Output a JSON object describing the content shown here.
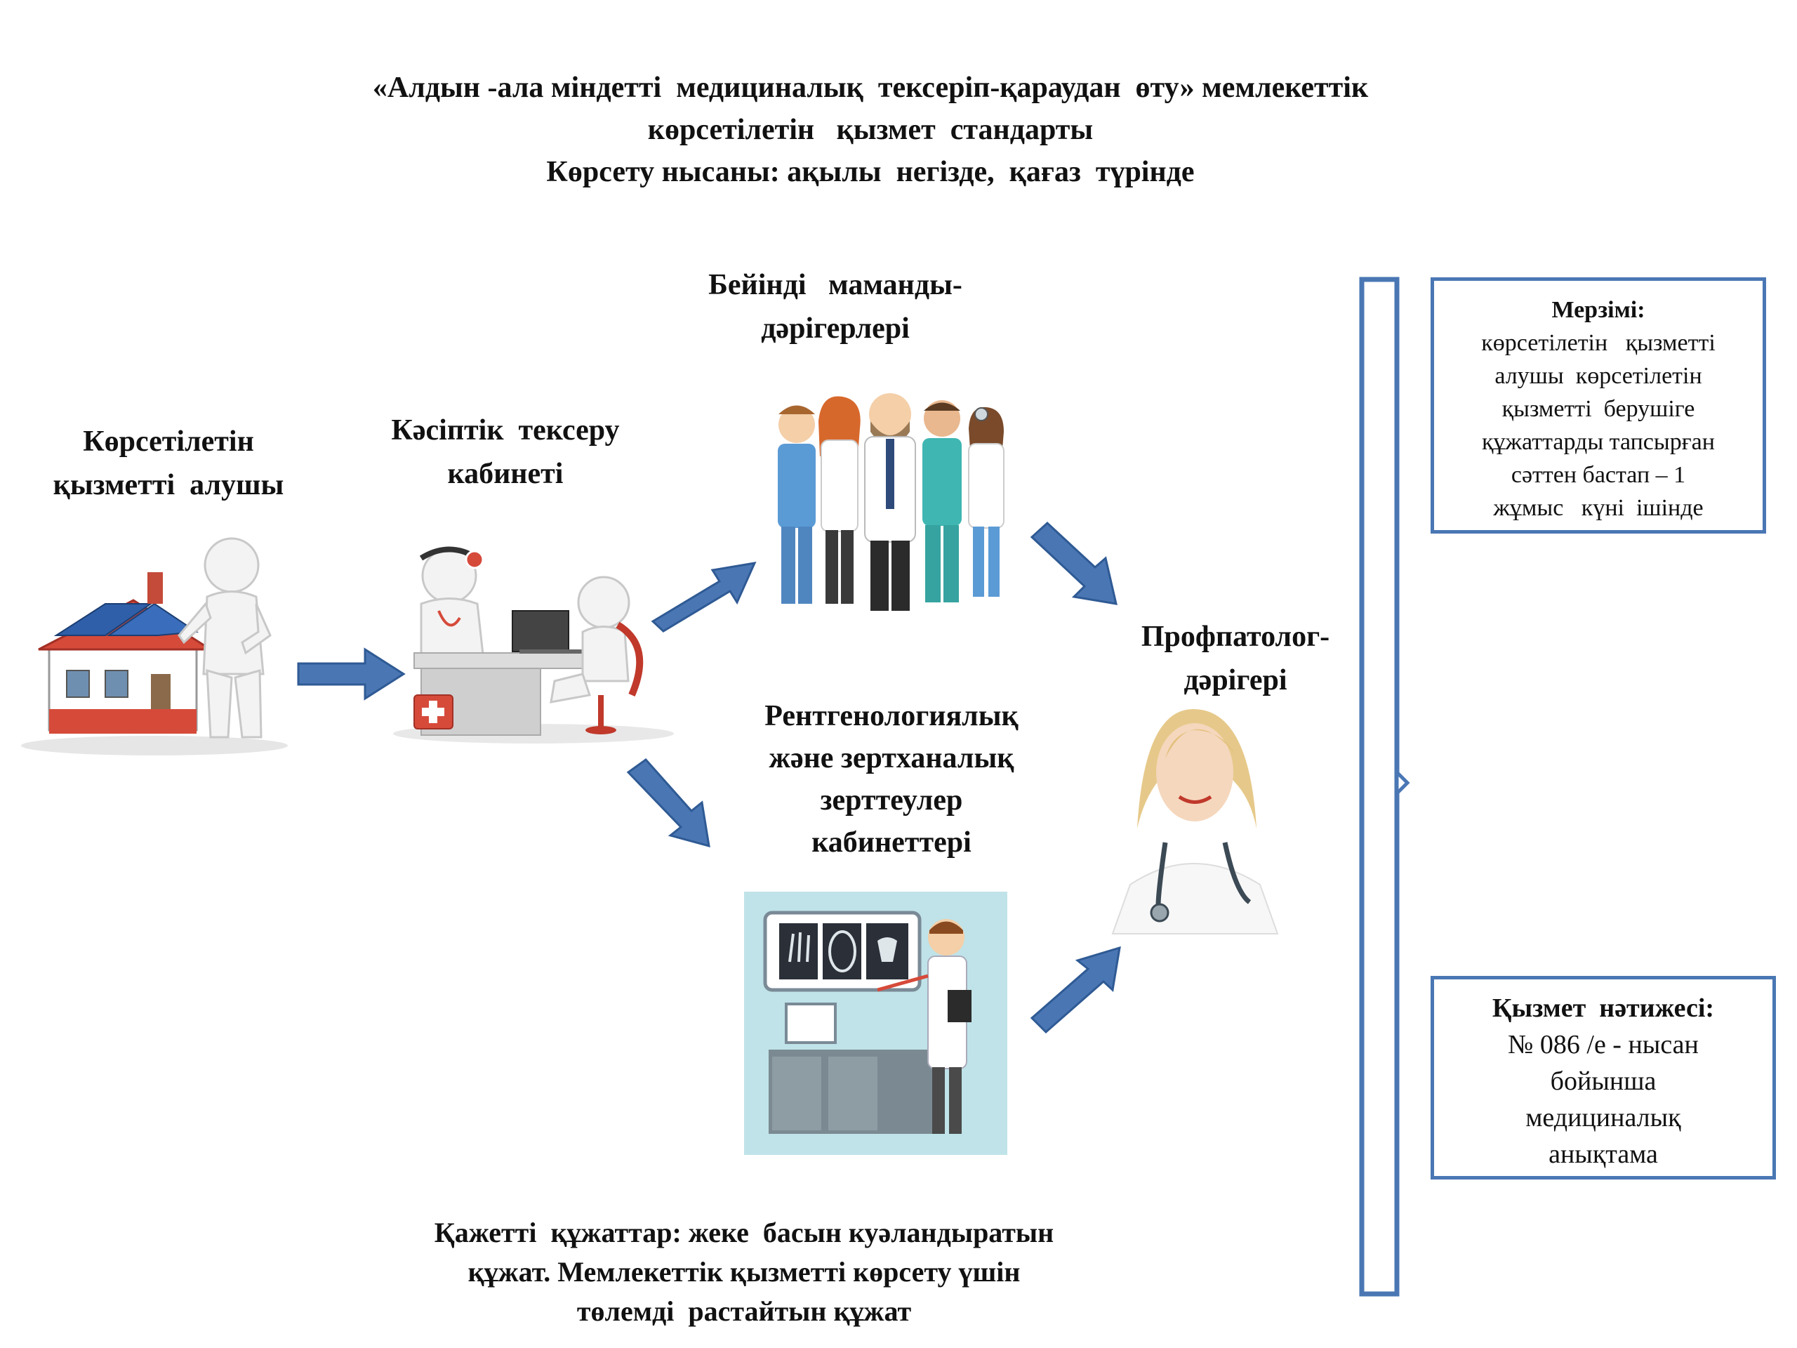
{
  "title": {
    "line1": "«Алдын -ала міндетті  медициналық  тексеріп-қараудан  өту» мемлекеттік",
    "line2": "көрсетілетін   қызмет  стандарты",
    "line3": "Көрсету нысаны: ақылы  негізде,  қағаз  түрінде"
  },
  "nodes": {
    "recipient": {
      "line1": "Көрсетілетін",
      "line2": "қызметті  алушы"
    },
    "cabinet": {
      "line1": "Кәсіптік  тексеру",
      "line2": "кабинеті"
    },
    "specialists": {
      "line1": "Бейінді   маманды-",
      "line2": "дәрігерлері"
    },
    "lab": {
      "line1": "Рентгенологиялық",
      "line2": "және зертханалық",
      "line3": "зерттеулер",
      "line4": "кабинеттері"
    },
    "profpathologist": {
      "line1": "Профпатолог-",
      "line2": "дәрігері"
    }
  },
  "deadline_box": {
    "heading": "Мерзімі:",
    "lines": [
      "көрсетілетін   қызметті",
      "алушы  көрсетілетін",
      "қызметті  берушіге",
      "құжаттарды тапсырған",
      "сәттен бастап – 1",
      "жұмыс   күні  ішінде"
    ]
  },
  "result_box": {
    "heading": "Қызмет  нәтижесі:",
    "lines": [
      "№ 086 /е - нысан",
      "бойынша",
      "медициналық",
      "анықтама"
    ]
  },
  "documents": {
    "line1": "Қажетті  құжаттар: жеке  басын куәландыратын",
    "line2": "құжат. Мемлекеттік қызметті көрсету үшін",
    "line3": "төлемді  растайтын құжат"
  },
  "colors": {
    "arrow": "#4a77b4",
    "arrow_stroke": "#2f5a94",
    "box_border": "#4a77b4",
    "roof": "#c0392b",
    "lab_bg": "#bfe3e8",
    "scrub_blue": "#5b9bd5",
    "scrub_teal": "#3fb6b2"
  },
  "icons": {
    "house": "house-with-person-icon",
    "cabinet": "doctor-at-desk-icon",
    "specialists": "doctors-group-icon",
    "lab": "xray-lab-doctor-icon",
    "profpathologist": "female-doctor-icon"
  }
}
